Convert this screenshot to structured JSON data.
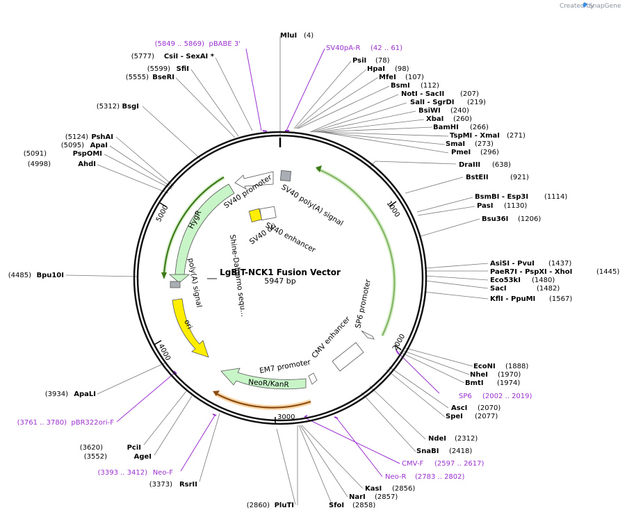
{
  "watermark": {
    "prefix": "Created by",
    "brand": "SnapGene"
  },
  "map": {
    "title": "LgBiT-NCK1 Fusion Vector",
    "size": "5947 bp"
  },
  "ticks": [
    "1000",
    "2000",
    "3000",
    "4000",
    "5000"
  ],
  "features": {
    "sv40_polya": "SV40 poly(A) signal",
    "sv40_promoter": "SV40 promoter",
    "sv40_enhancer": "SV40 enhancer",
    "sv40_ori": "SV40 ori",
    "hygr": "HygR",
    "polya": "poly(A) signal",
    "ori": "ori",
    "em7": "EM7 promoter",
    "neor": "NeoR/KanR",
    "cmv": "CMV enhancer",
    "sp6": "SP6 promoter",
    "shine": "Shine-Dalgarno sequ..."
  },
  "sites_right": [
    {
      "name": "MluI",
      "pos": "(4)"
    },
    {
      "name": "PsiI",
      "pos": "(78)"
    },
    {
      "name": "HpaI",
      "pos": "(98)"
    },
    {
      "name": "MfeI",
      "pos": "(107)"
    },
    {
      "name": "BsmI",
      "pos": "(112)"
    },
    {
      "name": "NotI - SacII",
      "pos": "(207)"
    },
    {
      "name": "SalI - SgrDI",
      "pos": "(219)"
    },
    {
      "name": "BsiWI",
      "pos": "(240)"
    },
    {
      "name": "XbaI",
      "pos": "(260)"
    },
    {
      "name": "BamHI",
      "pos": "(266)"
    },
    {
      "name": "TspMI - XmaI",
      "pos": "(271)"
    },
    {
      "name": "SmaI",
      "pos": "(273)"
    },
    {
      "name": "PmeI",
      "pos": "(296)"
    },
    {
      "name": "DraIII",
      "pos": "(638)"
    },
    {
      "name": "BstEII",
      "pos": "(921)"
    },
    {
      "name": "BsmBI - Esp3I",
      "pos": "(1114)"
    },
    {
      "name": "PasI",
      "pos": "(1130)"
    },
    {
      "name": "Bsu36I",
      "pos": "(1206)"
    },
    {
      "name": "AsiSI - PvuI",
      "pos": "(1437)"
    },
    {
      "name": "PaeR7I - PspXI - XhoI",
      "pos": "(1445)"
    },
    {
      "name": "Eco53kI",
      "pos": "(1480)"
    },
    {
      "name": "SacI",
      "pos": "(1482)"
    },
    {
      "name": "KflI - PpuMI",
      "pos": "(1567)"
    },
    {
      "name": "EcoNI",
      "pos": "(1888)"
    },
    {
      "name": "NheI",
      "pos": "(1970)"
    },
    {
      "name": "BmtI",
      "pos": "(1974)"
    },
    {
      "name": "AscI",
      "pos": "(2070)"
    },
    {
      "name": "SpeI",
      "pos": "(2077)"
    },
    {
      "name": "NdeI",
      "pos": "(2312)"
    },
    {
      "name": "SnaBI",
      "pos": "(2418)"
    },
    {
      "name": "KasI",
      "pos": "(2856)"
    },
    {
      "name": "NarI",
      "pos": "(2857)"
    },
    {
      "name": "SfoI",
      "pos": "(2858)"
    }
  ],
  "sites_left": [
    {
      "name": "CsiI - SexAI *",
      "pos": "(5777)"
    },
    {
      "name": "SfiI",
      "pos": "(5599)"
    },
    {
      "name": "BseRI",
      "pos": "(5555)"
    },
    {
      "name": "BsgI",
      "pos": "(5312)"
    },
    {
      "name": "PshAI",
      "pos": "(5124)"
    },
    {
      "name": "ApaI",
      "pos": "(5095)"
    },
    {
      "name": "PspOMI",
      "pos": "(5091)"
    },
    {
      "name": "AhdI",
      "pos": "(4998)"
    },
    {
      "name": "Bpu10I",
      "pos": "(4485)"
    },
    {
      "name": "ApaLI",
      "pos": "(3934)"
    },
    {
      "name": "PciI",
      "pos": "(3620)"
    },
    {
      "name": "AgeI",
      "pos": "(3552)"
    },
    {
      "name": "RsrII",
      "pos": "(3373)"
    },
    {
      "name": "PluTI",
      "pos": "(2860)"
    }
  ],
  "primers": [
    {
      "name": "pBABE 3'",
      "range": "(5849 .. 5869)"
    },
    {
      "name": "SV40pA-R",
      "range": "(42 .. 61)"
    },
    {
      "name": "SP6",
      "range": "(2002 .. 2019)"
    },
    {
      "name": "CMV-F",
      "range": "(2597 .. 2617)"
    },
    {
      "name": "Neo-R",
      "range": "(2783 .. 2802)"
    },
    {
      "name": "Neo-F",
      "range": "(3393 .. 3412)"
    },
    {
      "name": "pBR322ori-F",
      "range": "(3761 .. 3780)"
    }
  ],
  "colors": {
    "primer": "#9b2fd0",
    "green_feature": "#c8f5c8",
    "origin": "#ffee00",
    "misc": "#a9aeb5",
    "brand": "#3a8ee6"
  }
}
